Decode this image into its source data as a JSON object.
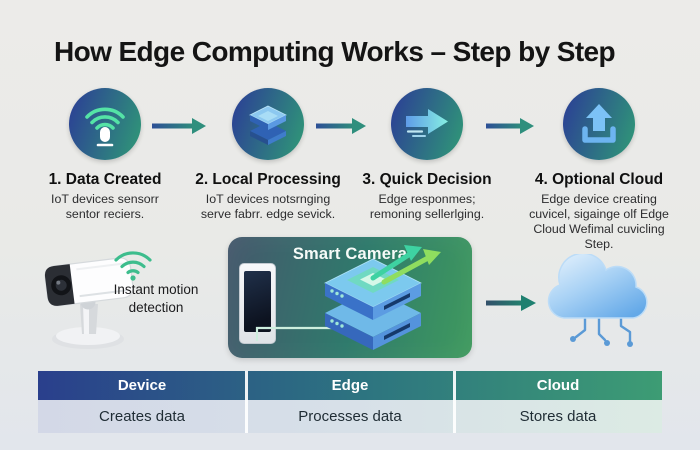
{
  "title": "How Edge Computing Works – Step by Step",
  "steps": [
    {
      "icon": "wifi-device-icon",
      "title": "1. Data Created",
      "desc": "IoT devices sensorr sentor reciers."
    },
    {
      "icon": "server-stack-icon",
      "title": "2. Local Processing",
      "desc": "IoT devices notsrnging serve fabrr. edge sevick."
    },
    {
      "icon": "fast-arrow-icon",
      "title": "3. Quick Decision",
      "desc": "Edge responmes; remoning sellerlging."
    },
    {
      "icon": "cloud-upload-icon",
      "title": "4. Optional Cloud",
      "desc": "Edge device creating cuvicel, sigainge olf Edge Cloud Wefimal cuvicling Step."
    }
  ],
  "scenario": {
    "camera_caption": "Instant motion detection",
    "box_title": "Smart Camera",
    "icons": [
      "security-camera-icon",
      "wifi-icon",
      "smartphone-icon",
      "edge-server-icon",
      "arrow-right-icon",
      "cloud-icon"
    ]
  },
  "table": {
    "headers": [
      "Device",
      "Edge",
      "Cloud"
    ],
    "rows": [
      [
        "Creates data",
        "Processes data",
        "Stores data"
      ]
    ]
  },
  "colors": {
    "background": "#e9eae8",
    "title_text": "#141414",
    "step_circle_gradient": [
      "#2c4394",
      "#2f8f7a"
    ],
    "mint_accent": "#54e3a6",
    "arrow_shaft_blue": "#2d4f96",
    "arrow_head_teal": "#2f8f7d",
    "smart_box_gradient": [
      "#45586c",
      "#2f7a6c",
      "#3f9a5e"
    ],
    "cloud_blue": "#64a9e8",
    "table_header_gradient": [
      "#2a3f8c",
      "#2d7480",
      "#3d9c74"
    ],
    "table_body_bg": "#d7e0e8",
    "table_header_text": "#ffffff",
    "table_body_text": "#1f2c34"
  }
}
